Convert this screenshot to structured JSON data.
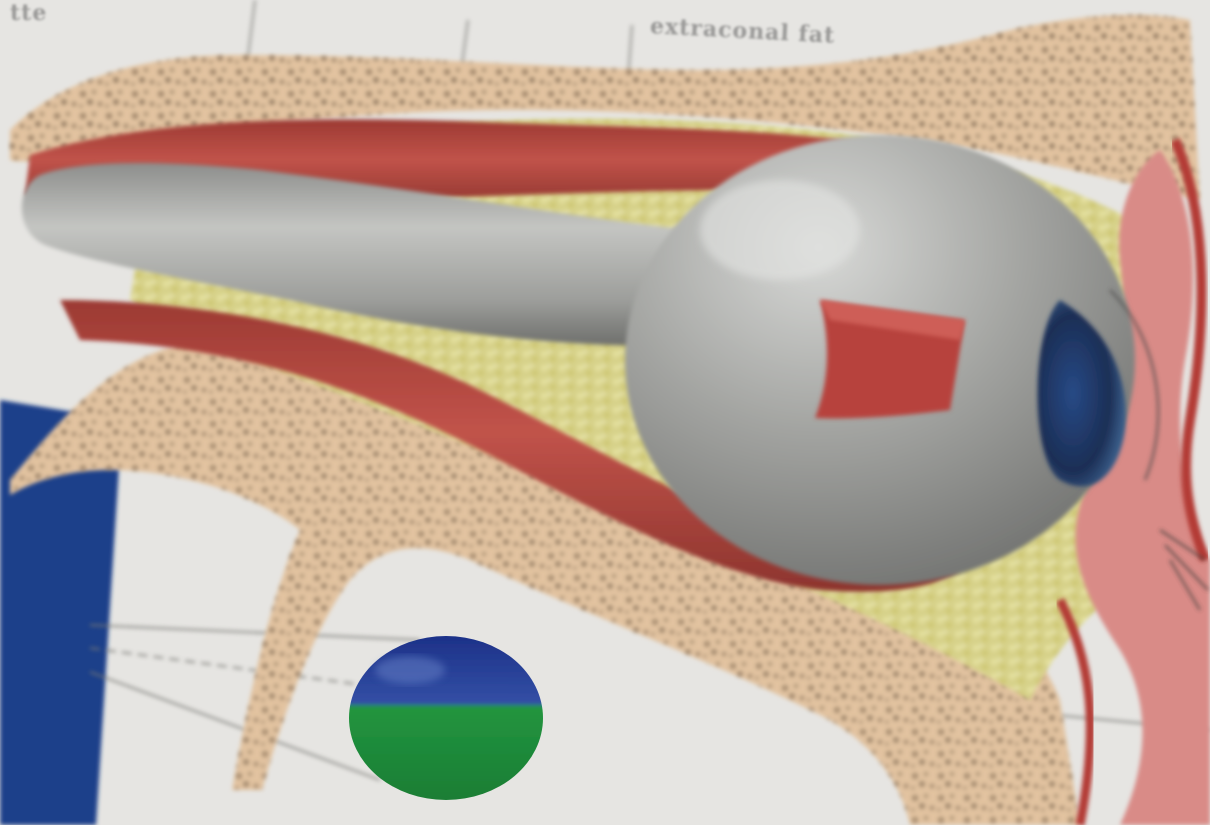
{
  "image": {
    "subject": "orbit-cross-section-illustration",
    "labels": {
      "left": "tte",
      "middle": "",
      "right": "extraconal fat"
    },
    "colors": {
      "background": "#e6e5e2",
      "bone": "#e2c3a0",
      "fat": "#d8d48a",
      "muscle": "#b8483e",
      "eyeball": "#a9aaa7",
      "iris": "#2f4d7c",
      "blue_patch": "#1e3f8a",
      "sphere_top": "#203c96",
      "sphere_bottom": "#1f8a39"
    }
  }
}
